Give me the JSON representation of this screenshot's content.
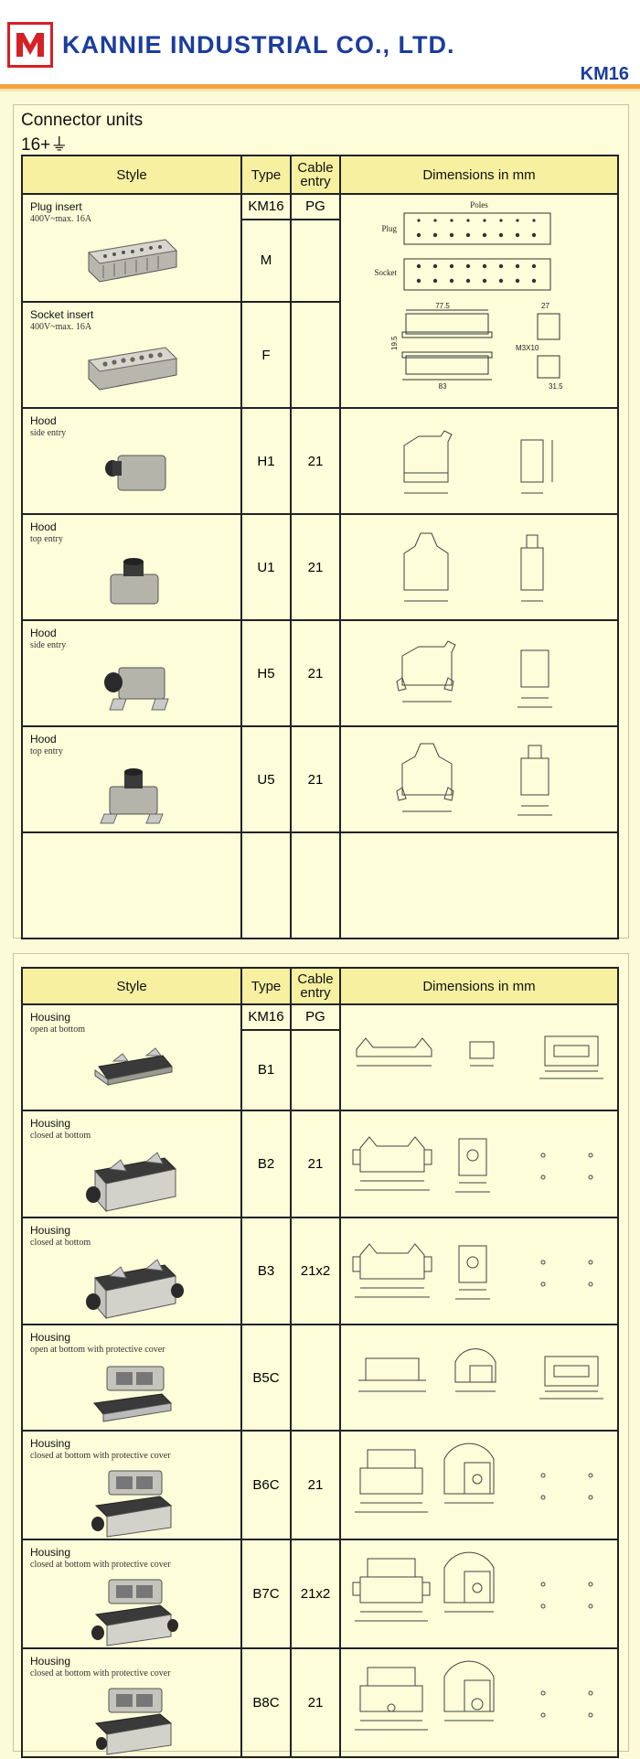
{
  "header": {
    "company": "KANNIE INDUSTRIAL CO., LTD.",
    "model": "KM16"
  },
  "section1": {
    "title": "Connector units",
    "subtitle": "16+⏚",
    "columns": {
      "style": "Style",
      "type": "Type",
      "cable": "Cable entry",
      "dims": "Dimensions  in  mm"
    },
    "subheader": {
      "type": "KM16",
      "cable": "PG"
    },
    "dims_labels": {
      "poles": "Poles",
      "plug": "Plug",
      "socket": "Socket",
      "d775": "77.5",
      "d27": "27",
      "d195": "19.5",
      "d83": "83",
      "d315": "31.5",
      "m3x10": "M3X10"
    },
    "rows": [
      {
        "name": "Plug insert",
        "sub": "400V~max. 16A",
        "type": "M",
        "cable": ""
      },
      {
        "name": "Socket insert",
        "sub": "400V~max. 16A",
        "type": "F",
        "cable": ""
      },
      {
        "name": "Hood",
        "sub": "side entry",
        "type": "H1",
        "cable": "21"
      },
      {
        "name": "Hood",
        "sub": "top entry",
        "type": "U1",
        "cable": "21"
      },
      {
        "name": "Hood",
        "sub": "side entry",
        "type": "H5",
        "cable": "21"
      },
      {
        "name": "Hood",
        "sub": "top entry",
        "type": "U5",
        "cable": "21"
      }
    ]
  },
  "section2": {
    "columns": {
      "style": "Style",
      "type": "Type",
      "cable": "Cable entry",
      "dims": "Dimensions  in  mm"
    },
    "subheader": {
      "type": "KM16",
      "cable": "PG"
    },
    "rows": [
      {
        "name": "Housing",
        "sub": "open at bottom",
        "type": "B1",
        "cable": ""
      },
      {
        "name": "Housing",
        "sub": "closed at bottom",
        "type": "B2",
        "cable": "21"
      },
      {
        "name": "Housing",
        "sub": "closed at bottom",
        "type": "B3",
        "cable": "21x2"
      },
      {
        "name": "Housing",
        "sub": "open at bottom with protective cover",
        "type": "B5C",
        "cable": ""
      },
      {
        "name": "Housing",
        "sub": "closed at bottom with protective cover",
        "type": "B6C",
        "cable": "21"
      },
      {
        "name": "Housing",
        "sub": "closed at bottom with protective cover",
        "type": "B7C",
        "cable": "21x2"
      },
      {
        "name": "Housing",
        "sub": "closed at bottom with protective cover",
        "type": "B8C",
        "cable": "21"
      }
    ]
  }
}
